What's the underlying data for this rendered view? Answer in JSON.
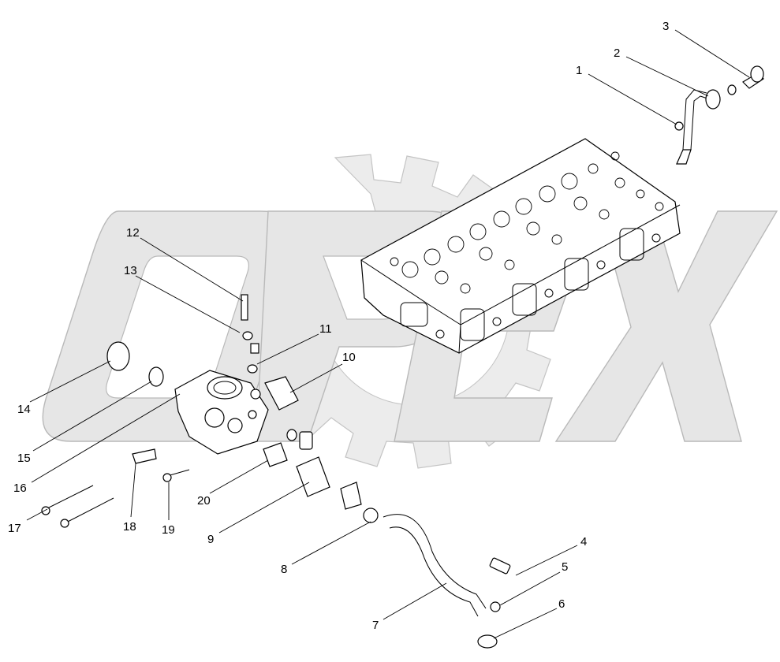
{
  "diagram": {
    "watermark": "OPEX",
    "callouts": [
      {
        "id": "1",
        "text": "1"
      },
      {
        "id": "2",
        "text": "2"
      },
      {
        "id": "3",
        "text": "3"
      },
      {
        "id": "4",
        "text": "4"
      },
      {
        "id": "5",
        "text": "5"
      },
      {
        "id": "6",
        "text": "6"
      },
      {
        "id": "7",
        "text": "7"
      },
      {
        "id": "8",
        "text": "8"
      },
      {
        "id": "9",
        "text": "9"
      },
      {
        "id": "10",
        "text": "10"
      },
      {
        "id": "11",
        "text": "11"
      },
      {
        "id": "12",
        "text": "12"
      },
      {
        "id": "13",
        "text": "13"
      },
      {
        "id": "14",
        "text": "14"
      },
      {
        "id": "15",
        "text": "15"
      },
      {
        "id": "16",
        "text": "16"
      },
      {
        "id": "17",
        "text": "17"
      },
      {
        "id": "18",
        "text": "18"
      },
      {
        "id": "19",
        "text": "19"
      },
      {
        "id": "20",
        "text": "20"
      }
    ]
  }
}
